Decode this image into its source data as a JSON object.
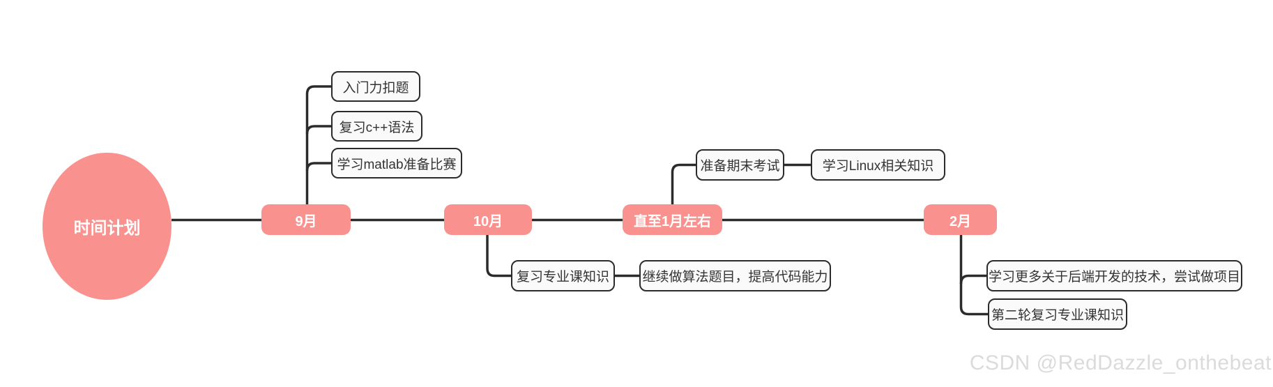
{
  "colors": {
    "accent_pink": "#F9928F",
    "line_dark": "#2B2B2B",
    "node_fill": "#FAFAFA",
    "node_border": "#2B2B2B",
    "node_text": "#333333",
    "root_text": "#FFFFFF",
    "watermark_gray": "#DBDBDB",
    "canvas_bg": "#FFFFFF"
  },
  "mindmap": {
    "root": {
      "label": "时间计划"
    },
    "branches": [
      {
        "label": "9月",
        "children": [
          {
            "label": "入门力扣题"
          },
          {
            "label": "复习c++语法"
          },
          {
            "label": "学习matlab准备比赛"
          }
        ]
      },
      {
        "label": "10月",
        "children": [
          {
            "label": "复习专业课知识"
          },
          {
            "label": "继续做算法题目，提高代码能力"
          }
        ]
      },
      {
        "label": "直至1月左右",
        "children": [
          {
            "label": "准备期末考试"
          },
          {
            "label": "学习Linux相关知识"
          }
        ]
      },
      {
        "label": "2月",
        "children": [
          {
            "label": "学习更多关于后端开发的技术，尝试做项目"
          },
          {
            "label": "第二轮复习专业课知识"
          }
        ]
      }
    ],
    "watermark": "CSDN @RedDazzle_onthebeat"
  }
}
